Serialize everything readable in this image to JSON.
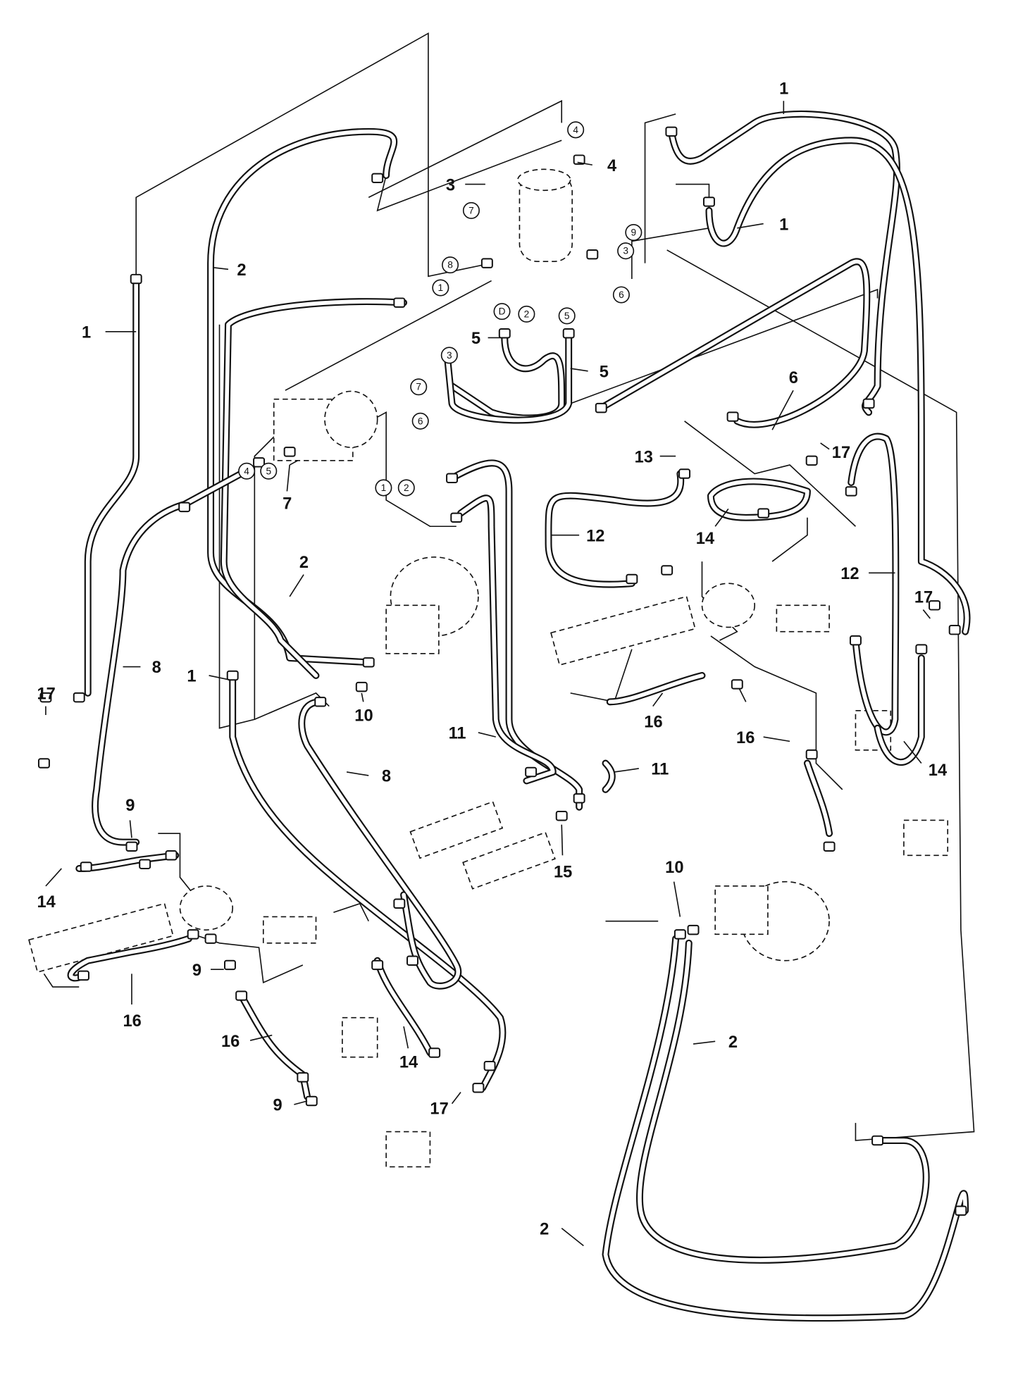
{
  "callouts": [
    "1",
    "1",
    "3",
    "4",
    "2",
    "1",
    "5",
    "5",
    "6",
    "13",
    "17",
    "7",
    "12",
    "14",
    "12",
    "2",
    "17",
    "1",
    "10",
    "8",
    "17",
    "11",
    "16",
    "16",
    "14",
    "8",
    "11",
    "9",
    "15",
    "10",
    "14",
    "9",
    "16",
    "2",
    "16",
    "14",
    "17",
    "9",
    "2"
  ],
  "circled_refs": [
    "4",
    "7",
    "9",
    "8",
    "1",
    "3",
    "6",
    "D",
    "2",
    "5",
    "3",
    "7",
    "6",
    "4",
    "5",
    "1",
    "2"
  ],
  "colors": {
    "line": "#111111",
    "background": "#ffffff"
  }
}
